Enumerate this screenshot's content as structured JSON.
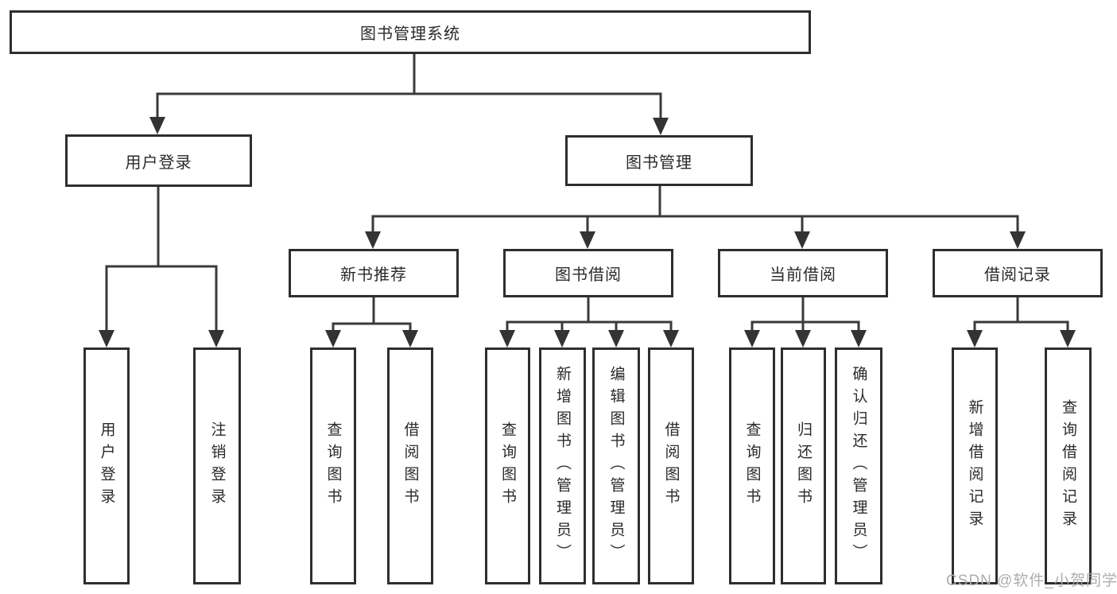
{
  "diagram": {
    "type": "hierarchy-tree",
    "title": "图书管理系统",
    "colors": {
      "line": "#3a3a3a",
      "box_border": "#2e2e2e",
      "box_background": "#ffffff",
      "text": "#2a2a2a",
      "watermark": "#adadad"
    },
    "nodes": {
      "root": {
        "label": "图书管理系统"
      },
      "user_login": {
        "label": "用户登录"
      },
      "book_management": {
        "label": "图书管理"
      },
      "new_book_recommend": {
        "label": "新书推荐"
      },
      "book_borrow": {
        "label": "图书借阅"
      },
      "current_borrow": {
        "label": "当前借阅"
      },
      "borrow_records": {
        "label": "借阅记录"
      },
      "leaf_user_login": {
        "label": "用户登录"
      },
      "leaf_logout": {
        "label": "注销登录"
      },
      "nb_query_books": {
        "label": "查询图书"
      },
      "nb_borrow_books": {
        "label": "借阅图书"
      },
      "bb_query_books": {
        "label": "查询图书"
      },
      "bb_add_books_admin": {
        "label": "新增图书（管理员）"
      },
      "bb_edit_books_admin": {
        "label": "编辑图书（管理员）"
      },
      "bb_borrow_books": {
        "label": "借阅图书"
      },
      "cb_query_books": {
        "label": "查询图书"
      },
      "cb_return_books": {
        "label": "归还图书"
      },
      "cb_confirm_return_admin": {
        "label": "确认归还（管理员）"
      },
      "br_add_borrow_record": {
        "label": "新增借阅记录"
      },
      "br_query_borrow_record": {
        "label": "查询借阅记录"
      }
    },
    "watermark": "CSDN @软件_小贺同学"
  }
}
